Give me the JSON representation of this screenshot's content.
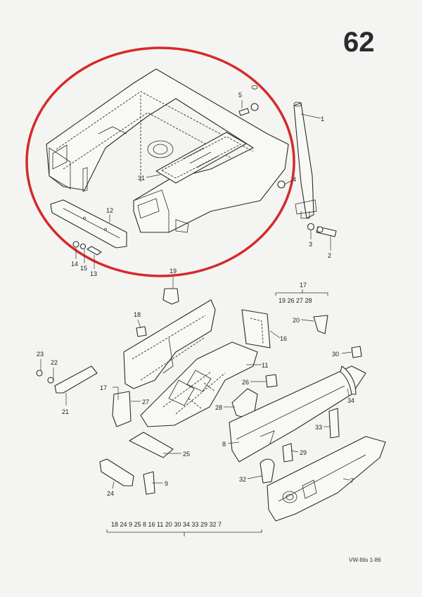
{
  "page_number": "62",
  "footer": "VW-Iltis  1-86",
  "highlight_color": "#d42a2a",
  "callouts": {
    "c1": "1",
    "c2": "2",
    "c3": "3",
    "c4": "4",
    "c5": "5",
    "c7": "7",
    "c8": "8",
    "c9": "9",
    "c11": "11",
    "c12": "12",
    "c13": "13",
    "c14": "14",
    "c15": "15",
    "c16": "16",
    "c17a": "17",
    "c17b": "17",
    "c18": "18",
    "c19": "19",
    "c20": "20",
    "c21": "21",
    "c22": "22",
    "c23": "23",
    "c24": "24",
    "c25": "25",
    "c26": "26",
    "c27": "27",
    "c28": "28",
    "c29": "29",
    "c30": "30",
    "c31": "31",
    "c32": "32",
    "c33": "33",
    "c34": "34"
  },
  "group_17_items": "19  26  27  28",
  "bottom_group_items": "18  24  9  25  8  16  11  20  30  34  33  29  32  7"
}
